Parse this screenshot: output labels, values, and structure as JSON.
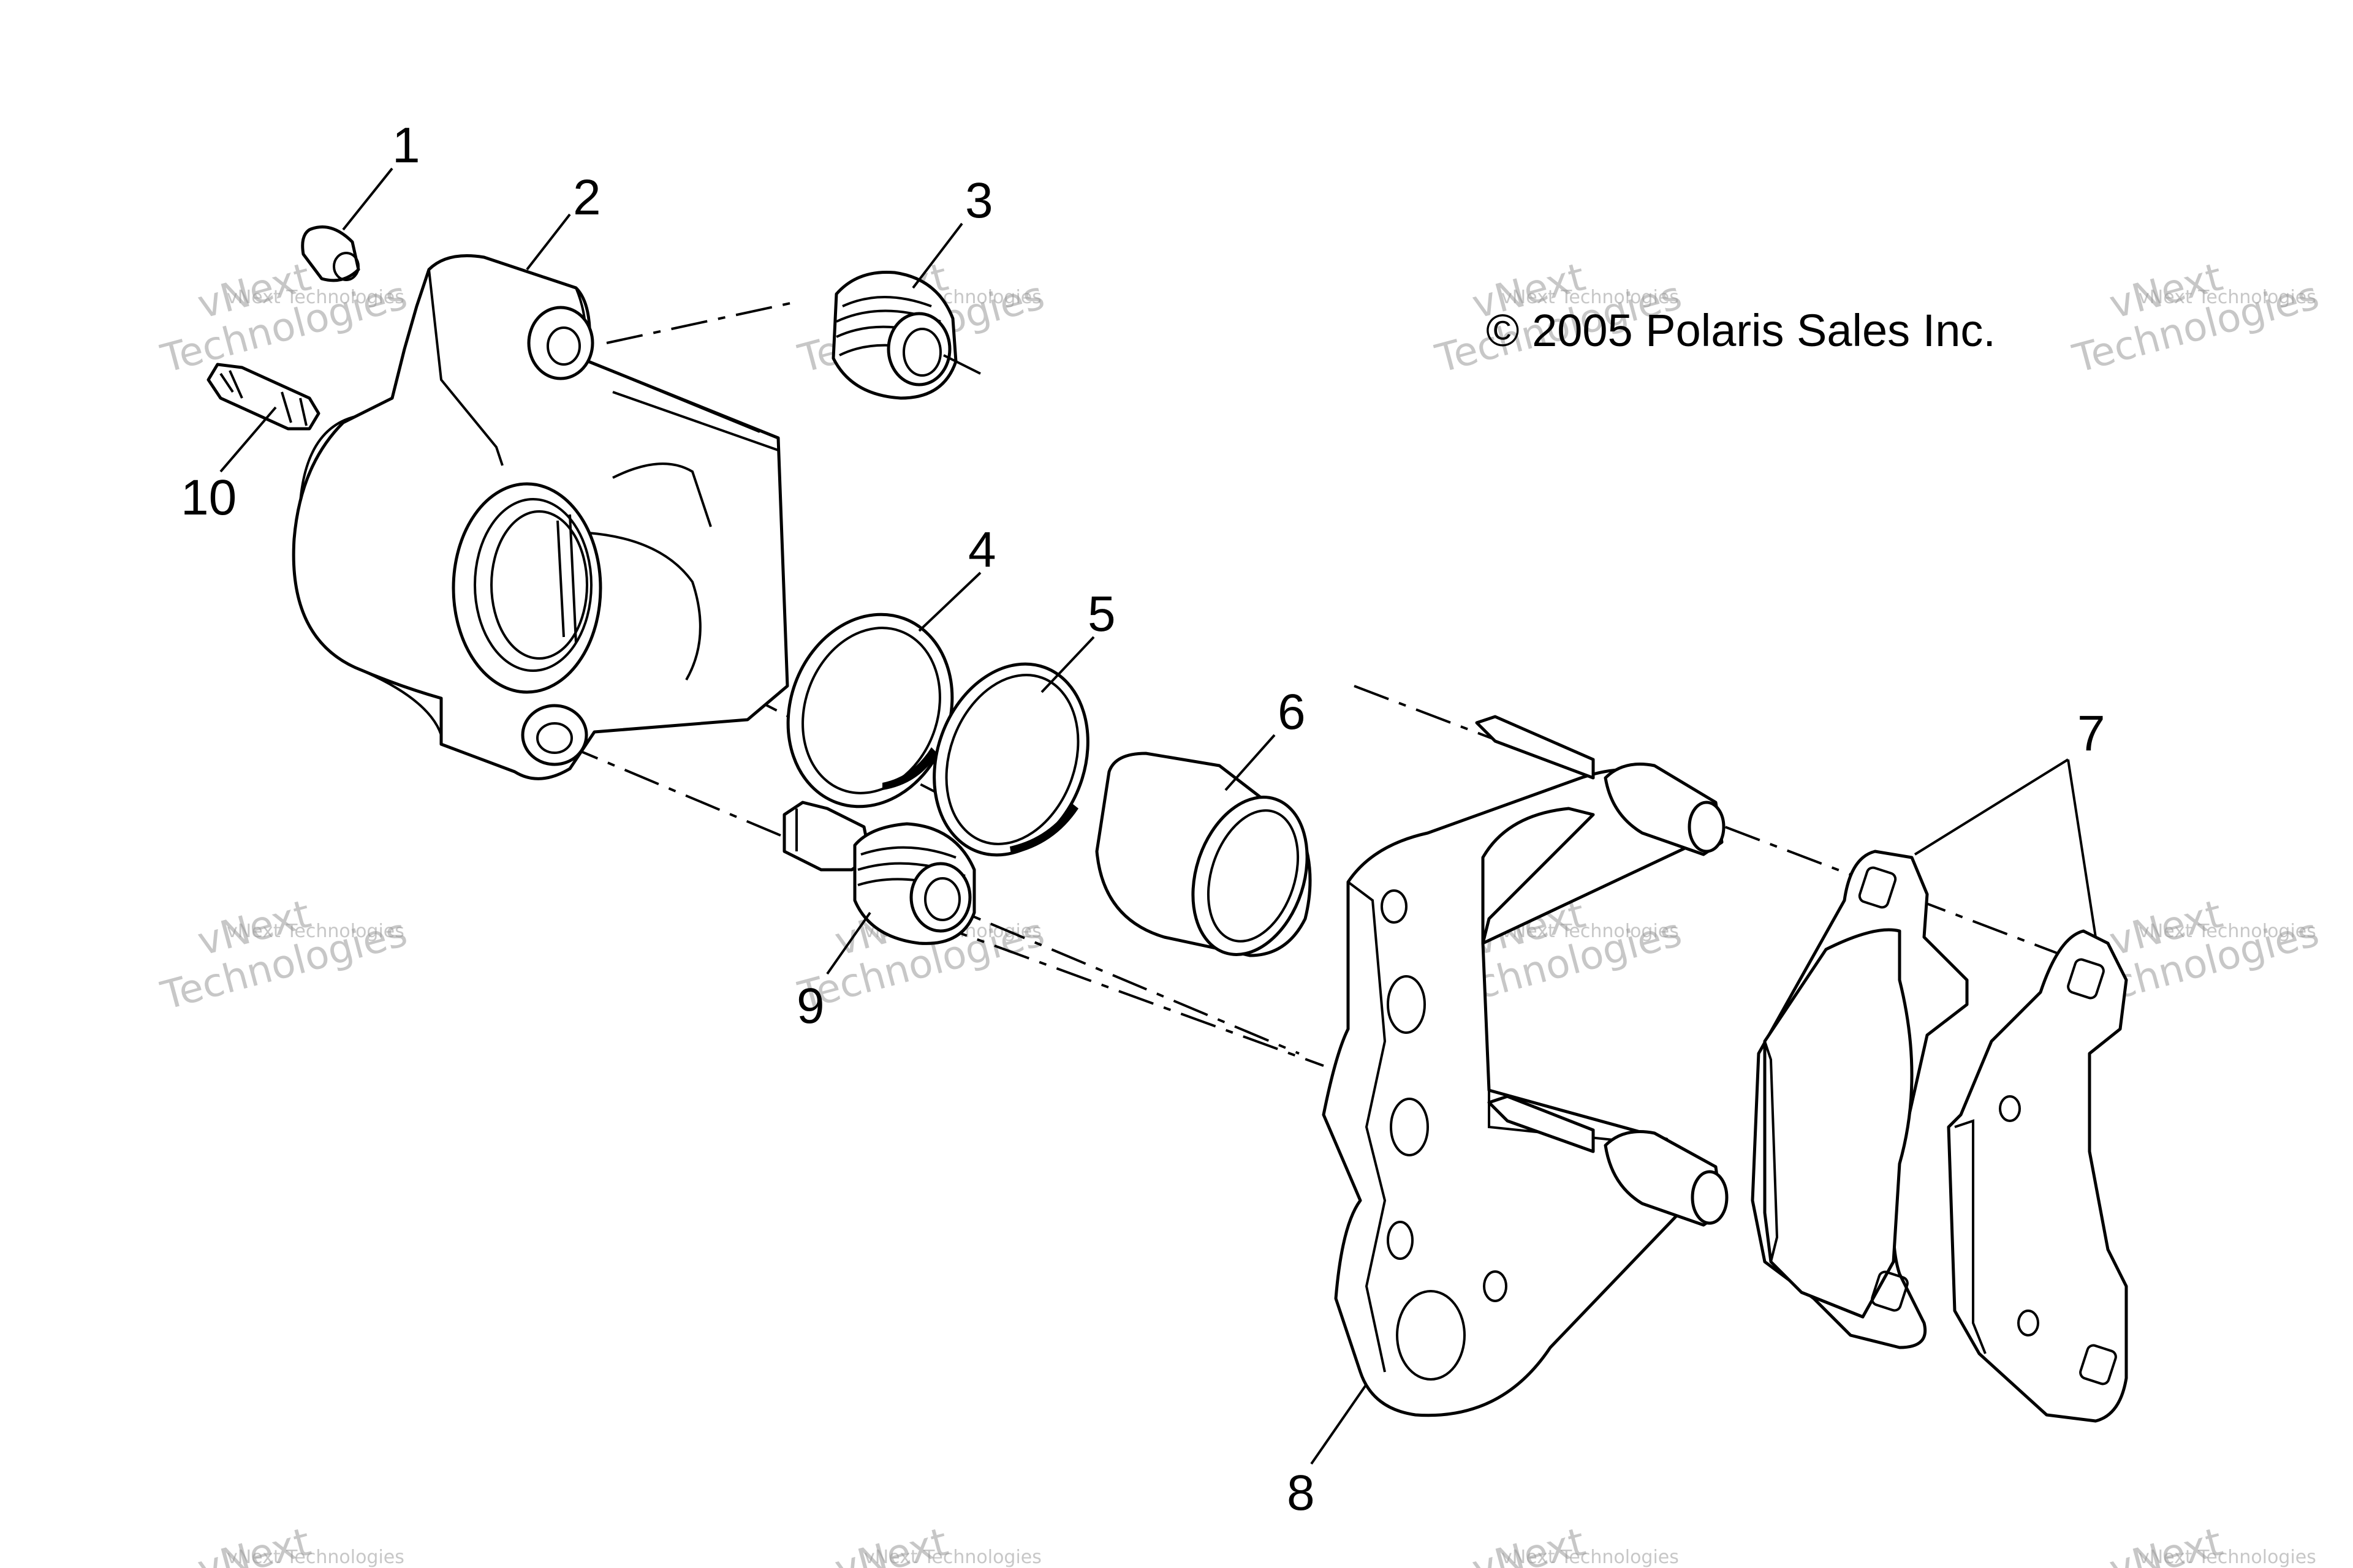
{
  "diagram": {
    "copyright": "© 2005 Polaris Sales Inc.",
    "watermark": {
      "line1": "vNext",
      "line2": "Technologies",
      "small": "vNext Technologies"
    },
    "callouts": [
      {
        "id": "1",
        "part": "bleeder-cap"
      },
      {
        "id": "2",
        "part": "caliper-housing"
      },
      {
        "id": "3",
        "part": "pin-boot"
      },
      {
        "id": "4",
        "part": "dust-seal"
      },
      {
        "id": "5",
        "part": "piston-seal"
      },
      {
        "id": "6",
        "part": "piston"
      },
      {
        "id": "7",
        "part": "brake-pads"
      },
      {
        "id": "8",
        "part": "caliper-bracket"
      },
      {
        "id": "9",
        "part": "pin-bolt-boot"
      },
      {
        "id": "10",
        "part": "bleeder-screw"
      }
    ]
  }
}
